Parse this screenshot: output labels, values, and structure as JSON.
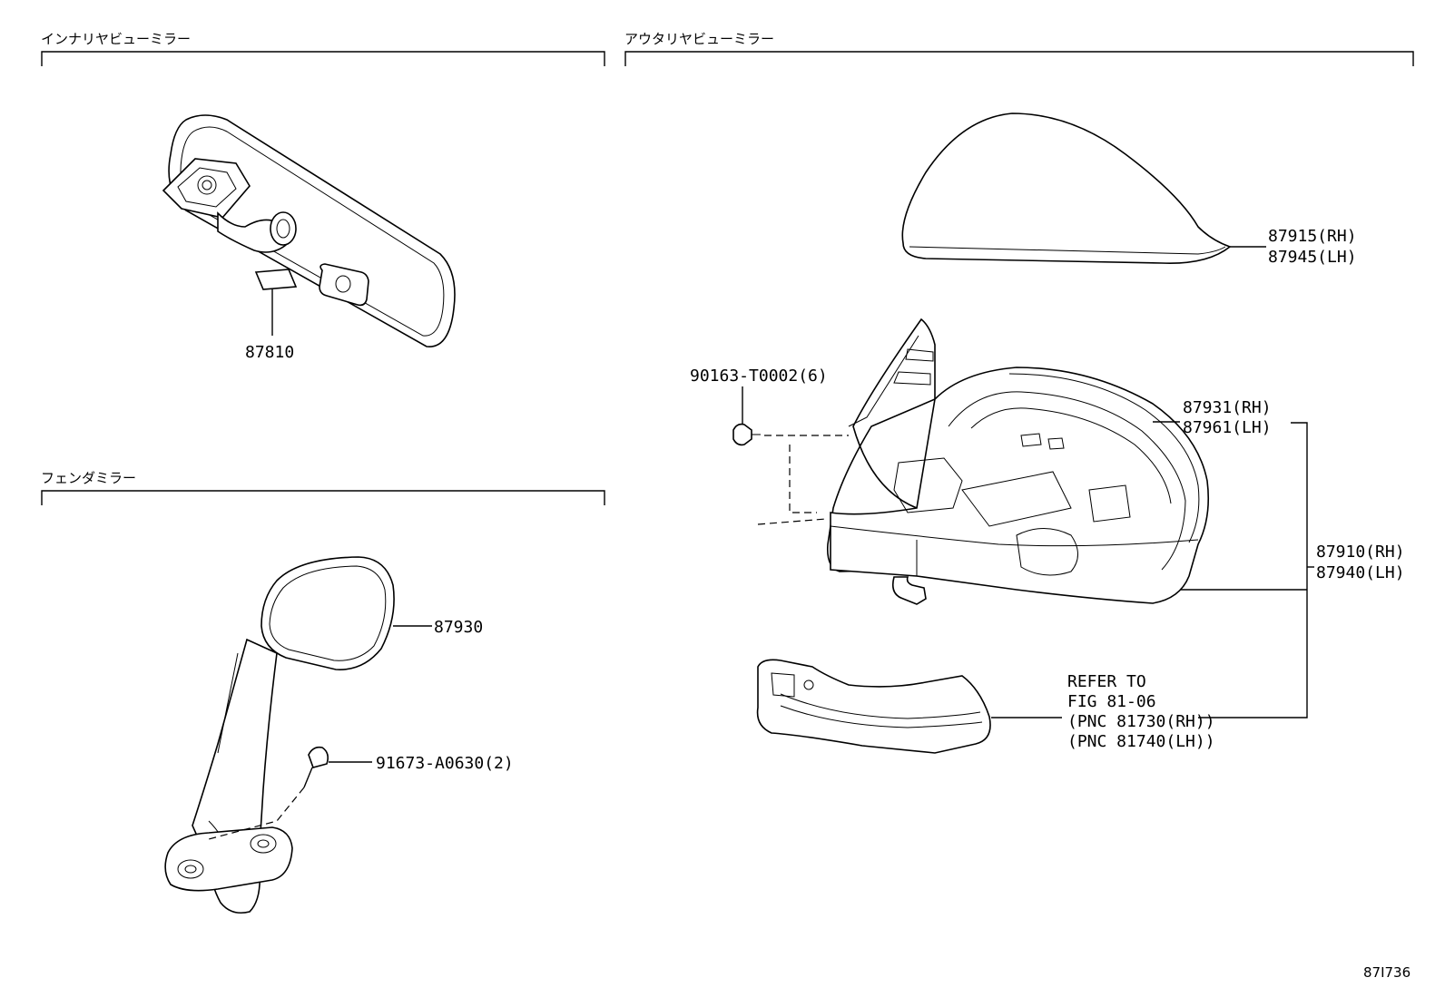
{
  "sections": {
    "inner_mirror": "インナリヤビューミラー",
    "outer_mirror": "アウタリヤビューミラー",
    "fender_mirror": "フェンダミラー"
  },
  "parts": {
    "inner_mirror_assy": "87810",
    "fender_mirror_assy": "87930",
    "fender_screw": "91673-A0630(2)",
    "outer_screw": "90163-T0002(6)",
    "cover_rh": "87915(RH)",
    "cover_lh": "87945(LH)",
    "mirror_sub_rh": "87931(RH)",
    "mirror_sub_lh": "87961(LH)",
    "mirror_assy_rh": "87910(RH)",
    "mirror_assy_lh": "87940(LH)"
  },
  "refer_note": {
    "line1": "REFER TO",
    "line2": "FIG 81-06",
    "line3": "(PNC 81730(RH))",
    "line4": "(PNC 81740(LH))"
  },
  "figure_id": "87I736"
}
